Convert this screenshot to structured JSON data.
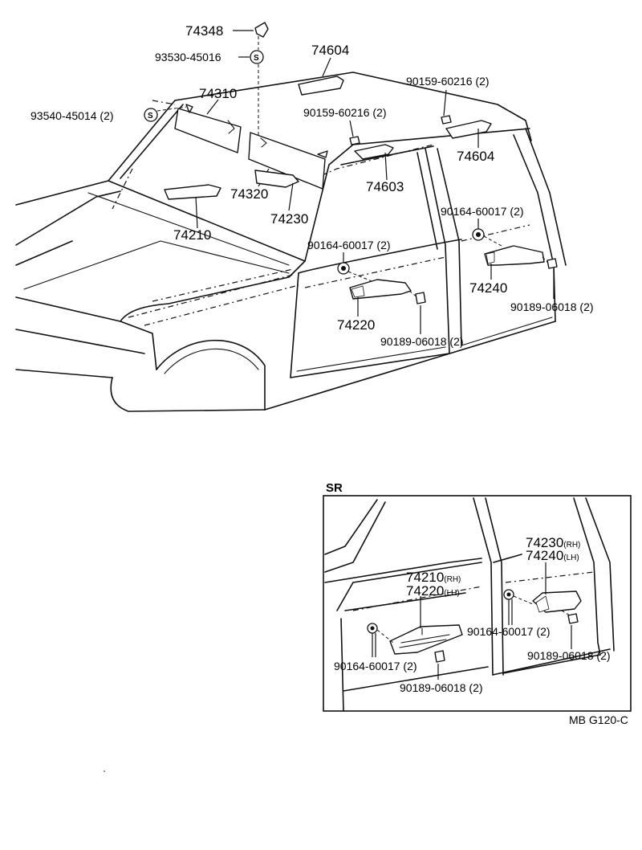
{
  "main_labels": {
    "l74348": "74348",
    "l93530": "93530-45016",
    "l74604a": "74604",
    "l74310": "74310",
    "l93540": "93540-45014 (2)",
    "l90159a": "90159-60216 (2)",
    "l90159b": "90159-60216 (2)",
    "l74604b": "74604",
    "l74603": "74603",
    "l74320": "74320",
    "l74230": "74230",
    "l74210": "74210",
    "l90164a": "90164-60017 (2)",
    "l90164b": "90164-60017 (2)",
    "l74240": "74240",
    "l90189a": "90189-06018 (2)",
    "l74220": "74220",
    "l90189b": "90189-06018 (2)",
    "s_mark_1": "S",
    "s_mark_2": "S"
  },
  "sr_inset": {
    "title": "SR",
    "l74230rh_num": "74230",
    "l74230rh_side": "(RH)",
    "l74240lh_num": "74240",
    "l74240lh_side": "(LH)",
    "l74210rh_num": "74210",
    "l74210rh_side": "(RH)",
    "l74220lh_num": "74220",
    "l74220lh_side": "(LH)",
    "l90164c": "90164-60017 (2)",
    "l90164d": "90164-60017 (2)",
    "l90189c": "90189-06018 (2)",
    "l90189d": "90189-06018 (2)"
  },
  "footer": {
    "code": "MB G120-C"
  }
}
